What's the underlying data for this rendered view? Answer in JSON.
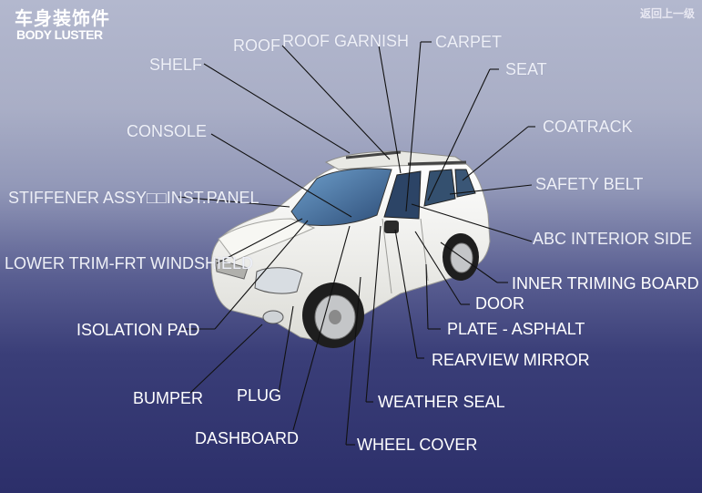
{
  "header": {
    "title_cn": "车身装饰件",
    "title_en": "BODY LUSTER",
    "back_link": "返回上一级"
  },
  "parts": {
    "roof": "ROOF",
    "roof_garnish": "ROOF GARNISH",
    "carpet": "CARPET",
    "shelf": "SHELF",
    "seat": "SEAT",
    "coatrack": "COATRACK",
    "console": "CONSOLE",
    "safety_belt": "SAFETY BELT",
    "stiffener_inst_panel": "STIFFENER ASSY□□INST.PANEL",
    "abc_interior_side": "ABC INTERIOR SIDE",
    "lower_trim_windshield": "LOWER TRIM-FRT WINDSHIELD",
    "inner_triming_board": "INNER TRIMING BOARD",
    "door": "DOOR",
    "isolation_pad": "ISOLATION PAD",
    "plate_asphalt": "PLATE - ASPHALT",
    "rearview_mirror": "REARVIEW MIRROR",
    "bumper": "BUMPER",
    "plug": "PLUG",
    "weather_seal": "WEATHER SEAL",
    "dashboard": "DASHBOARD",
    "wheel_cover": "WHEEL COVER"
  },
  "colors": {
    "background_top": "#b3b8ce",
    "background_bottom": "#2c2f6a",
    "label": "#f1f1f6",
    "leader_line": "#111111",
    "car_body": "#f2f2ee"
  }
}
